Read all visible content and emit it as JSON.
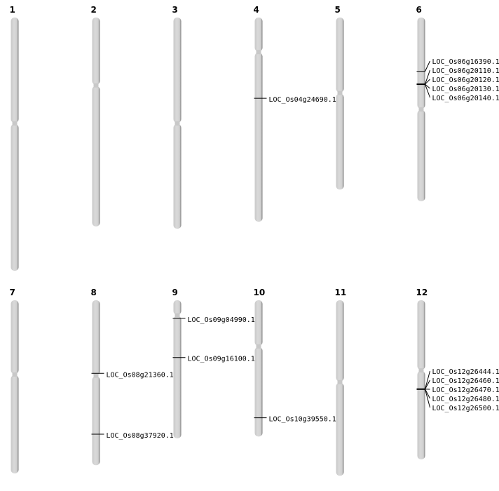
{
  "units": "Mb",
  "chromosomes": [
    {
      "name": "1",
      "length": 43.3,
      "centromere": 18.1,
      "genes": []
    },
    {
      "name": "2",
      "length": 35.7,
      "centromere": 11.6,
      "genes": []
    },
    {
      "name": "3",
      "length": 36.1,
      "centromere": 18.1,
      "genes": []
    },
    {
      "name": "4",
      "length": 34.9,
      "centromere": 5.9,
      "genes": [
        {
          "id": "LOC_Os04g24690.1",
          "pos": 13.8
        }
      ]
    },
    {
      "name": "5",
      "length": 29.4,
      "centromere": 12.9,
      "genes": []
    },
    {
      "name": "6",
      "length": 31.4,
      "centromere": 15.7,
      "genes": [
        {
          "id": "LOC_Os06g16390.1",
          "pos": 9.2
        },
        {
          "id": "LOC_Os06g20110.1",
          "pos": 11.4
        },
        {
          "id": "LOC_Os06g20120.1",
          "pos": 11.4
        },
        {
          "id": "LOC_Os06g20130.1",
          "pos": 11.4
        },
        {
          "id": "LOC_Os06g20140.1",
          "pos": 11.4
        }
      ]
    },
    {
      "name": "7",
      "length": 29.6,
      "centromere": 12.7,
      "genes": []
    },
    {
      "name": "8",
      "length": 28.2,
      "centromere": 12.9,
      "genes": [
        {
          "id": "LOC_Os08g21360.1",
          "pos": 12.5
        },
        {
          "id": "LOC_Os08g37920.1",
          "pos": 22.9
        }
      ]
    },
    {
      "name": "9",
      "length": 23.6,
      "centromere": 2.6,
      "genes": [
        {
          "id": "LOC_Os09g04990.1",
          "pos": 3.1
        },
        {
          "id": "LOC_Os09g16100.1",
          "pos": 9.8
        }
      ]
    },
    {
      "name": "10",
      "length": 23.3,
      "centromere": 7.9,
      "genes": [
        {
          "id": "LOC_Os10g39550.1",
          "pos": 20.1
        }
      ]
    },
    {
      "name": "11",
      "length": 30.0,
      "centromere": 14.0,
      "genes": []
    },
    {
      "name": "12",
      "length": 27.2,
      "centromere": 12.0,
      "genes": [
        {
          "id": "LOC_Os12g26444.1",
          "pos": 15.2
        },
        {
          "id": "LOC_Os12g26460.1",
          "pos": 15.2
        },
        {
          "id": "LOC_Os12g26470.1",
          "pos": 15.2
        },
        {
          "id": "LOC_Os12g26480.1",
          "pos": 15.2
        },
        {
          "id": "LOC_Os12g26500.1",
          "pos": 15.2
        }
      ]
    }
  ],
  "colors": {
    "chromosome": "#d4d4d4",
    "shadow": "#6a6a6a",
    "marker": "#000000"
  }
}
